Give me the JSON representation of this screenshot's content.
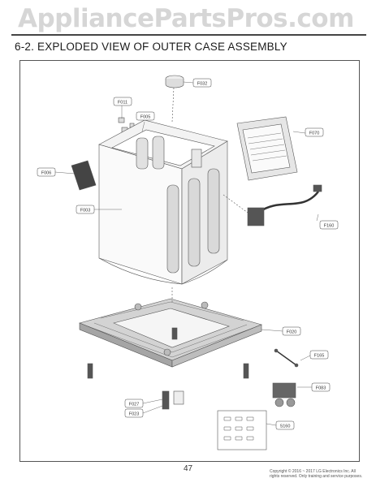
{
  "header": {
    "watermark": "AppliancePartsPros.com",
    "section_title": "6-2. EXPLODED VIEW OF OUTER CASE ASSEMBLY"
  },
  "callouts": {
    "F032": "F032",
    "F011": "F011",
    "F005": "F005",
    "F006": "F006",
    "F003": "F003",
    "F070": "F070",
    "F160": "F160",
    "F020": "F020",
    "F165": "F165",
    "F083": "F083",
    "F027": "F027",
    "F023": "F023",
    "S160": "S160"
  },
  "footer": {
    "page_number": "47",
    "copyright": "Copyright © 2016 ~ 2017 LG Electronics Inc. All rights reserved. Only training and service purposes."
  }
}
